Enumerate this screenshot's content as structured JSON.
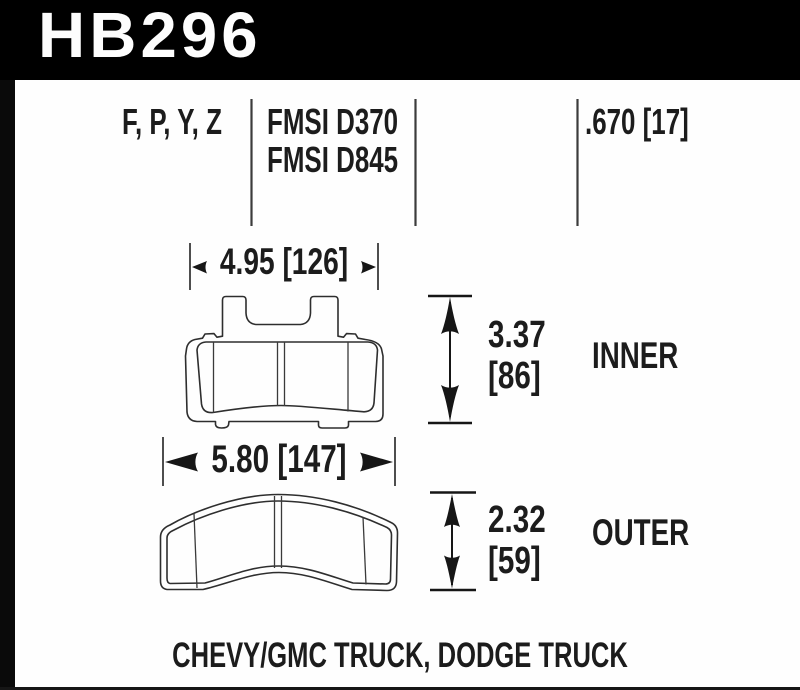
{
  "header": {
    "part_number": "HB296",
    "bg_color": "#000000",
    "text_color": "#fdfdfd"
  },
  "spec_row": {
    "compounds": "F, P, Y, Z",
    "fmsi_line1": "FMSI D370",
    "fmsi_line2": "FMSI D845",
    "pad_thickness": ".670 [17]"
  },
  "inner_pad": {
    "width_dimension": "4.95 [126]",
    "height_dimension_value": "3.37",
    "height_dimension_mm": "[86]",
    "label": "INNER"
  },
  "outer_pad": {
    "width_dimension": "5.80 [147]",
    "height_dimension_value": "2.32",
    "height_dimension_mm": "[59]",
    "label": "OUTER"
  },
  "footer": {
    "applications": "CHEVY/GMC TRUCK, DODGE TRUCK"
  },
  "colors": {
    "ink": "#1c1c1c",
    "line": "#2e2e2e",
    "background": "#fefefe",
    "frame": "#000000"
  }
}
